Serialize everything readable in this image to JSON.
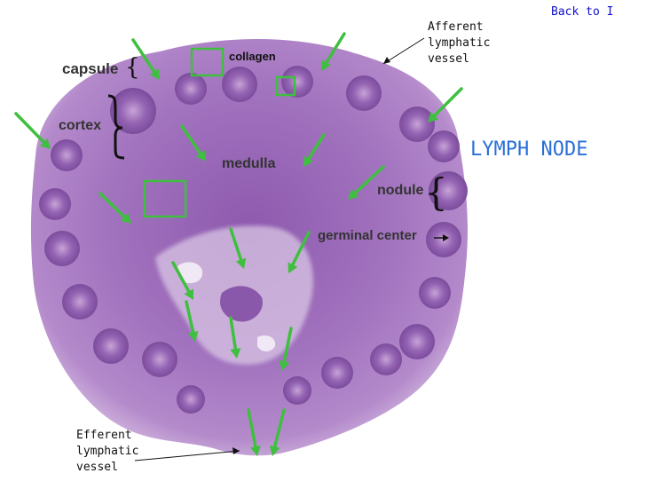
{
  "navigation": {
    "back_label": "Back to I"
  },
  "diagram": {
    "title": "LYMPH NODE",
    "labels": {
      "capsule": "capsule",
      "cortex": "cortex",
      "collagen": "collagen",
      "medulla": "medulla",
      "nodule": "nodule",
      "germinal_center": "germinal center",
      "afferent_line1": "Afferent",
      "afferent_line2": "lymphatic",
      "afferent_line3": "vessel",
      "efferent_line1": "Efferent",
      "efferent_line2": "lymphatic",
      "efferent_line3": "vessel"
    }
  },
  "colors": {
    "tissue": "#a779bd",
    "tissue_dark": "#7d4f9a",
    "arrow": "#3fbf3f",
    "title": "#2a6fd6",
    "link": "#1010d0"
  }
}
